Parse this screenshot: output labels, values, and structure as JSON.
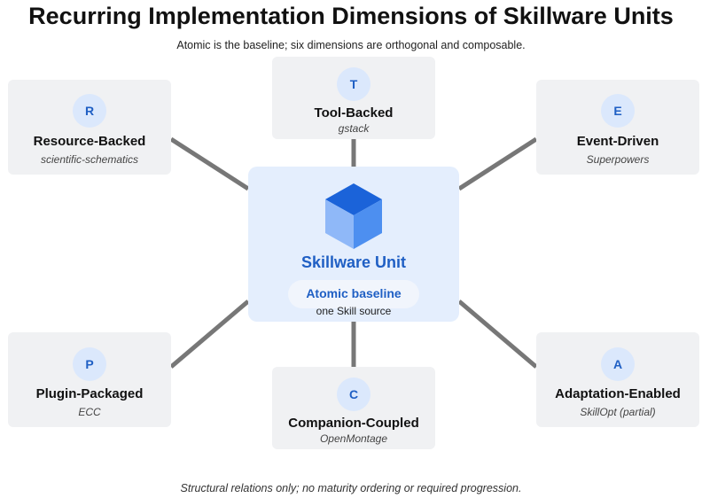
{
  "title": "Recurring Implementation Dimensions of Skillware Units",
  "subtitle": "Atomic is the baseline; six dimensions are orthogonal and composable.",
  "footer": "Structural relations only; no maturity ordering or required progression.",
  "center": {
    "title": "Skillware Unit",
    "baseline_label": "Atomic baseline",
    "baseline_sub": "one Skill source",
    "icon": "cube-icon"
  },
  "nodes": {
    "tool": {
      "letter": "T",
      "name": "Tool-Backed",
      "example": "gstack"
    },
    "resource": {
      "letter": "R",
      "name": "Resource-Backed",
      "example": "scientific-schematics"
    },
    "event": {
      "letter": "E",
      "name": "Event-Driven",
      "example": "Superpowers"
    },
    "plugin": {
      "letter": "P",
      "name": "Plugin-Packaged",
      "example": "ECC"
    },
    "companion": {
      "letter": "C",
      "name": "Companion-Coupled",
      "example": "OpenMontage"
    },
    "adaptation": {
      "letter": "A",
      "name": "Adaptation-Enabled",
      "example": "SkillOpt (partial)"
    }
  },
  "colors": {
    "accent": "#1f5fc4",
    "badge_bg": "#dbe8fc",
    "node_bg": "#f0f1f3",
    "center_bg": "#e4eefd",
    "connector": "#777777"
  }
}
